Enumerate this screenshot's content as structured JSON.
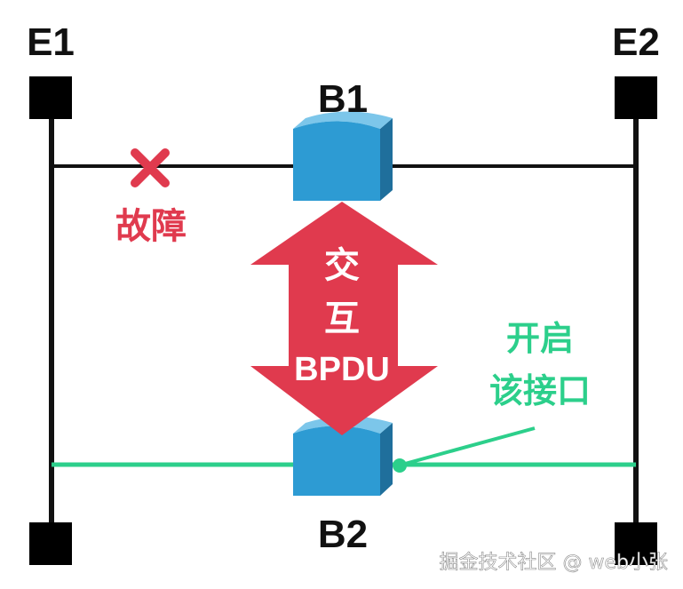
{
  "endpoints": {
    "e1": "E1",
    "e2": "E2"
  },
  "bridges": {
    "b1": "B1",
    "b2": "B2"
  },
  "fault": {
    "label": "故障",
    "icon": "cross-icon",
    "color": "#e03a4e"
  },
  "exchange": {
    "line1": "交",
    "line2": "互",
    "line3": "BPDU",
    "color": "#e03a4e"
  },
  "port_note": {
    "line1": "开启",
    "line2": "该接口",
    "color": "#2ccf8b"
  },
  "colors": {
    "link": "#111111",
    "active_link": "#2ccf8b",
    "bridge_front": "#2d9bd3",
    "bridge_side": "#1f6f9c",
    "bridge_top": "#7cc6ea"
  },
  "watermark": "掘金技术社区 @ web小张"
}
